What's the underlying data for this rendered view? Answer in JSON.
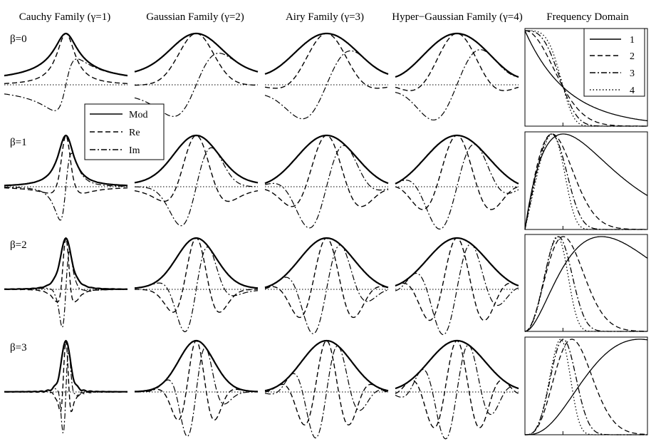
{
  "colors": {
    "ink": "#000000",
    "background": "#ffffff"
  },
  "column_titles": [
    "Cauchy Family (γ=1)",
    "Gaussian Family (γ=2)",
    "Airy Family (γ=3)",
    "Hyper−Gaussian Family (γ=4)",
    "Frequency Domain"
  ],
  "row_labels": [
    "β=0",
    "β=1",
    "β=2",
    "β=3"
  ],
  "time_legend": [
    "Mod",
    "Re",
    "Im"
  ],
  "freq_legend": [
    "1",
    "2",
    "3",
    "4"
  ],
  "chart_data": {
    "type": "line",
    "description_kind": "grid of small multiples",
    "families": [
      {
        "gamma": 1,
        "title": "Cauchy Family (γ=1)"
      },
      {
        "gamma": 2,
        "title": "Gaussian Family (γ=2)"
      },
      {
        "gamma": 3,
        "title": "Airy Family (γ=3)"
      },
      {
        "gamma": 4,
        "title": "Hyper−Gaussian Family (γ=4)"
      }
    ],
    "betas": [
      0,
      1,
      2,
      3
    ],
    "time_series": [
      "Mod",
      "Re",
      "Im"
    ],
    "frequency_series": [
      "1",
      "2",
      "3",
      "4"
    ],
    "axes_ticks_labeled": false,
    "grid": false
  }
}
